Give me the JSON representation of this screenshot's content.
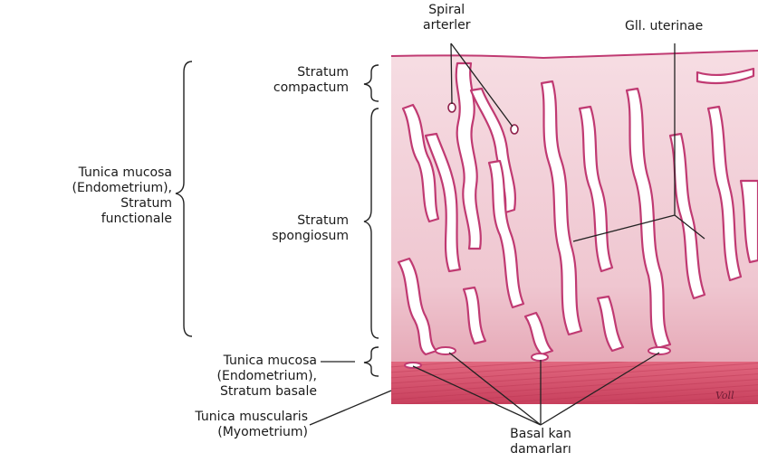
{
  "labels": {
    "spiral_line1": "Spiral",
    "spiral_line2": "arterler",
    "gll_uterinae": "Gll. uterinae",
    "compactum_line1": "Stratum",
    "compactum_line2": "compactum",
    "spongiosum_line1": "Stratum",
    "spongiosum_line2": "spongiosum",
    "functionale_line1": "Tunica mucosa",
    "functionale_line2": "(Endometrium),",
    "functionale_line3": "Stratum",
    "functionale_line4": "functionale",
    "basale_line1": "Tunica mucosa",
    "basale_line2": "(Endometrium),",
    "basale_line3": "Stratum basale",
    "muscularis_line1": "Tunica muscularis",
    "muscularis_line2": "(Myometrium)",
    "basal_line1": "Basal kan",
    "basal_line2": "damarları",
    "signature": "Voll"
  },
  "colors": {
    "tissue_light": "#f3d2da",
    "tissue_mid": "#eab6c3",
    "epithelium": "#c03a72",
    "myometrium": "#d9546e",
    "myometrium_dark": "#c23b58",
    "line": "#222222"
  }
}
